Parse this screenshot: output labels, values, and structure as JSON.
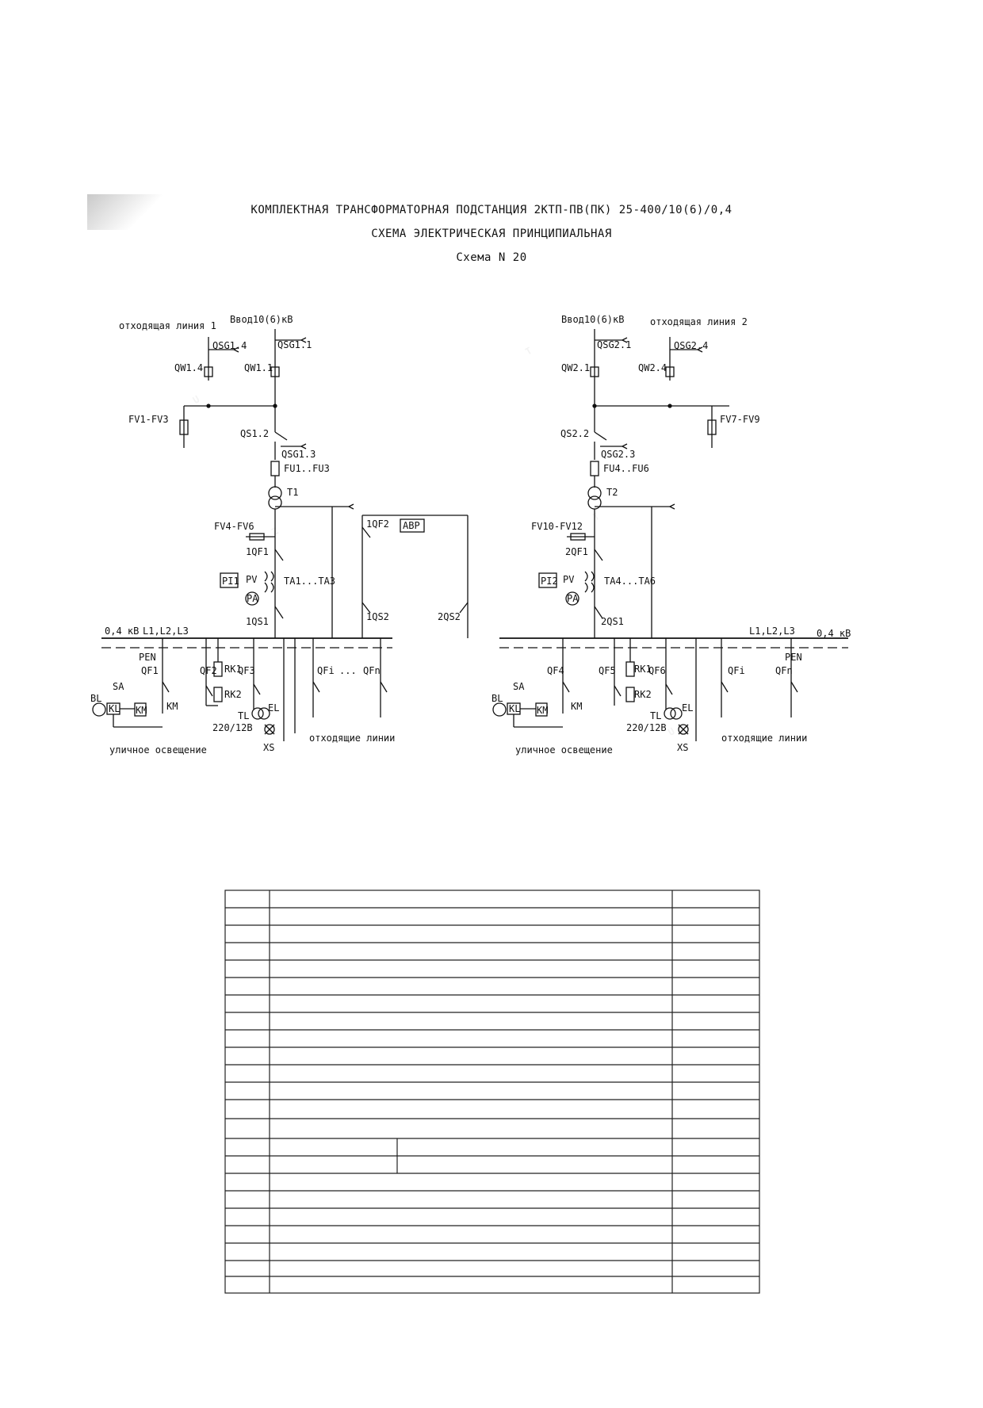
{
  "header": {
    "line1": "КОМПЛЕКТНАЯ  ТРАНСФОРМАТОРНАЯ ПОДСТАНЦИЯ 2КТП-ПВ(ПК) 25-400/10(6)/0,4",
    "line2": "СХЕМА ЭЛЕКТРИЧЕСКАЯ ПРИНЦИПИАЛЬНАЯ",
    "line3": "Схема N 20"
  },
  "watermark": {
    "text": "UZTT"
  },
  "scheme": {
    "left": {
      "outgoing_line": "отходящая линия 1",
      "input": "Ввод10(6)кВ",
      "qsg_a": "QSG1.4",
      "qsg_b": "QSG1.1",
      "qw_a": "QW1.4",
      "qw_b": "QW1.1",
      "fv_in": "FV1-FV3",
      "qs": "QS1.2",
      "qsg_c": "QSG1.3",
      "fu": "FU1..FU3",
      "t": "T1",
      "fv_lv": "FV4-FV6",
      "qf_main": "1QF1",
      "pi": "PI1",
      "pv": "PV",
      "pa": "PA",
      "ta": "TA1...TA3",
      "s_main": "1QS1",
      "voltage": "0,4 кВ",
      "phases": "L1,L2,L3",
      "pen": "PEN",
      "qf1": "QF1",
      "qf2": "QF2",
      "qf3": "QF3",
      "rk1": "RK1",
      "rk2": "RK2",
      "sa": "SA",
      "bl": "BL",
      "kl": "KL",
      "km": "KM",
      "tl": "TL",
      "tv": "220/12В",
      "el": "EL",
      "xs": "XS",
      "qfi": "QFi",
      "qfn": "QFn",
      "street": "уличное освещение",
      "outgoing": "отходящие линии"
    },
    "right": {
      "outgoing_line": "отходящая линия 2",
      "input": "Ввод10(6)кВ",
      "qsg_a": "QSG2.1",
      "qsg_b": "QSG2.4",
      "qw_a": "QW2.1",
      "qw_b": "QW2.4",
      "fv_in": "FV7-FV9",
      "qs": "QS2.2",
      "qsg_c": "QSG2.3",
      "fu": "FU4..FU6",
      "t": "T2",
      "fv_lv": "FV10-FV12",
      "qf_main": "2QF1",
      "pi": "PI2",
      "pv": "PV",
      "pa": "PA",
      "ta": "TA4...TA6",
      "s_main": "2QS1",
      "voltage": "0,4 кВ",
      "phases": "L1,L2,L3",
      "pen": "PEN",
      "qf1": "QF4",
      "qf2": "QF5",
      "qf3": "QF6",
      "rk1": "RK1",
      "rk2": "RK2",
      "sa": "SA",
      "bl": "BL",
      "kl": "KL",
      "km": "KM",
      "tl": "TL",
      "tv": "220/12В",
      "el": "EL",
      "xs": "XS",
      "qfi": "QFi",
      "qfn": "QFn",
      "street": "уличное освещение",
      "outgoing": "отходящие линии"
    },
    "tie": {
      "qf": "1QF2",
      "avr": "АВР",
      "qs1": "1QS2",
      "qs2": "2QS2"
    }
  }
}
